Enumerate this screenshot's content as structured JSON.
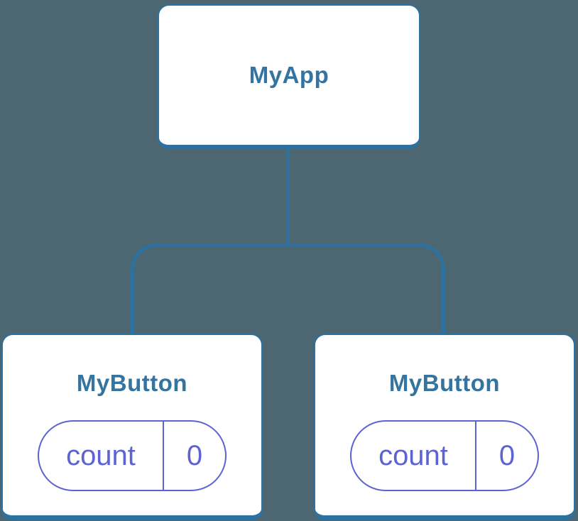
{
  "colors": {
    "background": "#4D6772",
    "connector": "#2D71A0",
    "node_border": "#2D71A0",
    "node_background": "#FFFFFF",
    "node_title_text": "#35749E",
    "state_accent": "#5D63D3"
  },
  "tree": {
    "root": {
      "label": "MyApp"
    },
    "children": [
      {
        "label": "MyButton",
        "state": {
          "name": "count",
          "value": "0"
        }
      },
      {
        "label": "MyButton",
        "state": {
          "name": "count",
          "value": "0"
        }
      }
    ]
  }
}
